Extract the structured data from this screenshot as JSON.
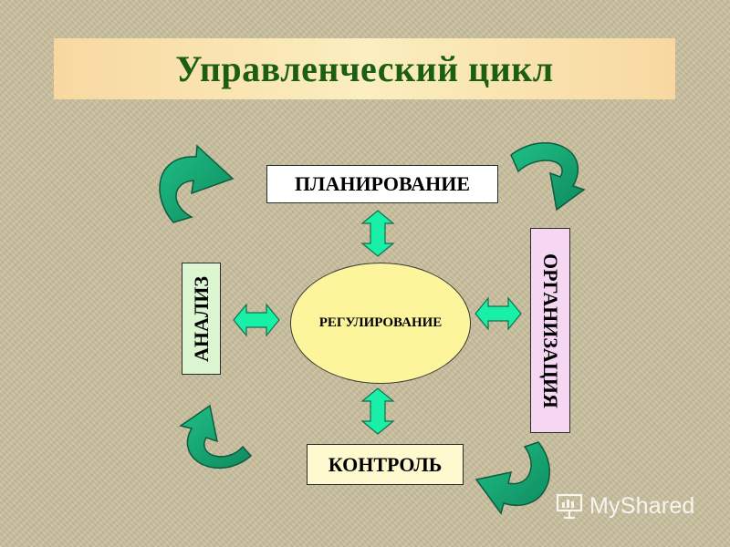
{
  "title": "Управленческий цикл",
  "nodes": {
    "planning": "ПЛАНИРОВАНИЕ",
    "organization": "ОРГАНИЗАЦИЯ",
    "control": "КОНТРОЛЬ",
    "analysis": "АНАЛИЗ",
    "regulation": "РЕГУЛИРОВАНИЕ"
  },
  "watermark": {
    "brand": "MyShared",
    "icon": "presentation-board-icon"
  },
  "colors": {
    "background": "#c9bf9e",
    "title_text": "#1d5f12",
    "title_bar": "#fbeec0",
    "arrow_green": "#17a777",
    "double_arrow": "#18f0a8",
    "ellipse_fill": "#fcf59c",
    "analysis_fill": "#ddf6d2",
    "organization_fill": "#f5d7f3",
    "control_fill": "#fff9cf"
  }
}
